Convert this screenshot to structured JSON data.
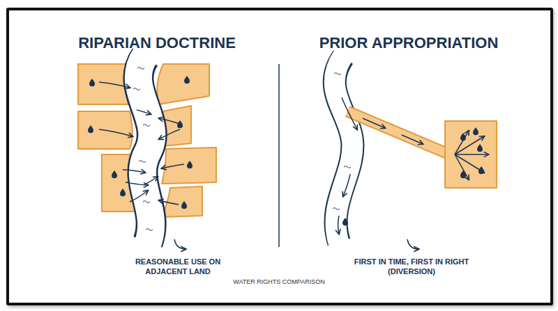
{
  "diagram": {
    "caption": "WATER RIGHTS COMPARISON",
    "labels": [
      "RIPARIAN DOCTRINE",
      "PRIOR APPROPRIATION",
      "REASONABLE USE ON ADJACENT LAND",
      "FIRST IN TIME, FIRST IN RIGHT (DIVERSION)"
    ]
  }
}
